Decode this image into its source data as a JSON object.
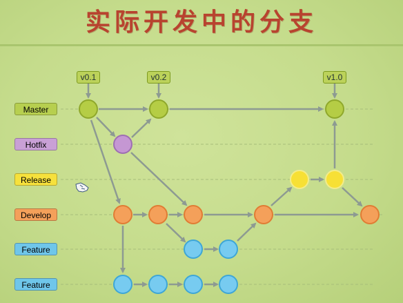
{
  "title": "实际开发中的分支",
  "lanes": [
    {
      "label": "Master",
      "fill": "#b7cf4f",
      "color": "#222222"
    },
    {
      "label": "Hotfix",
      "fill": "#c9a0d6",
      "color": "#222222"
    },
    {
      "label": "Release",
      "fill": "#f6e13c",
      "color": "#222222"
    },
    {
      "label": "Develop",
      "fill": "#f4a05a",
      "color": "#222222"
    },
    {
      "label": "Feature",
      "fill": "#6fc6ea",
      "color": "#222222"
    },
    {
      "label": "Feature",
      "fill": "#6fc6ea",
      "color": "#222222"
    }
  ],
  "tags": [
    "v0.1",
    "v0.2",
    "v1.0"
  ],
  "colors": {
    "master": "#b5cd45",
    "hotfix": "#c597d3",
    "release": "#f7e035",
    "develop": "#f4a05a",
    "feature": "#77cbf0",
    "arrow": "#8d9a92",
    "title": "#b8432f"
  }
}
